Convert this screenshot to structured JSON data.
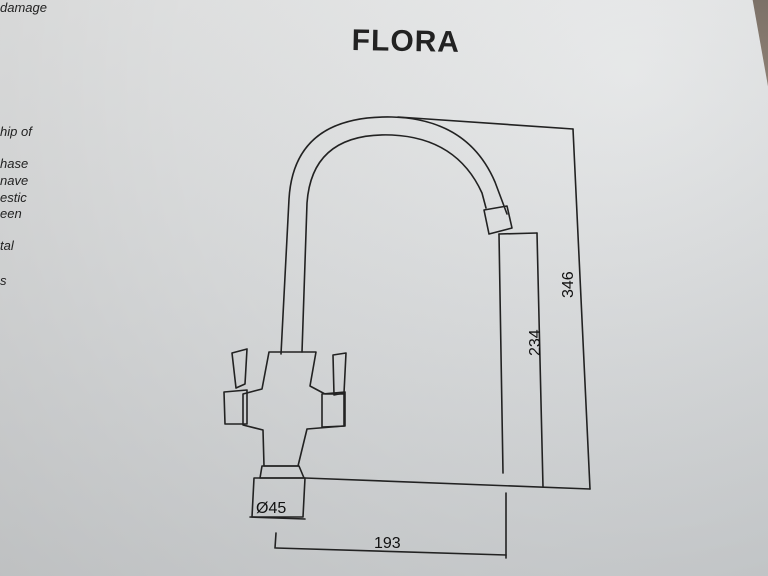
{
  "document": {
    "header_fragment": "damage",
    "title": "FLORA",
    "left_fragments": [
      "hip of",
      "hase",
      "nave",
      "estic",
      "een",
      "tal",
      "s"
    ],
    "dimensions": {
      "total_height": "346",
      "spout_height": "234",
      "base_diameter": "Ø45",
      "spout_reach": "193"
    }
  }
}
